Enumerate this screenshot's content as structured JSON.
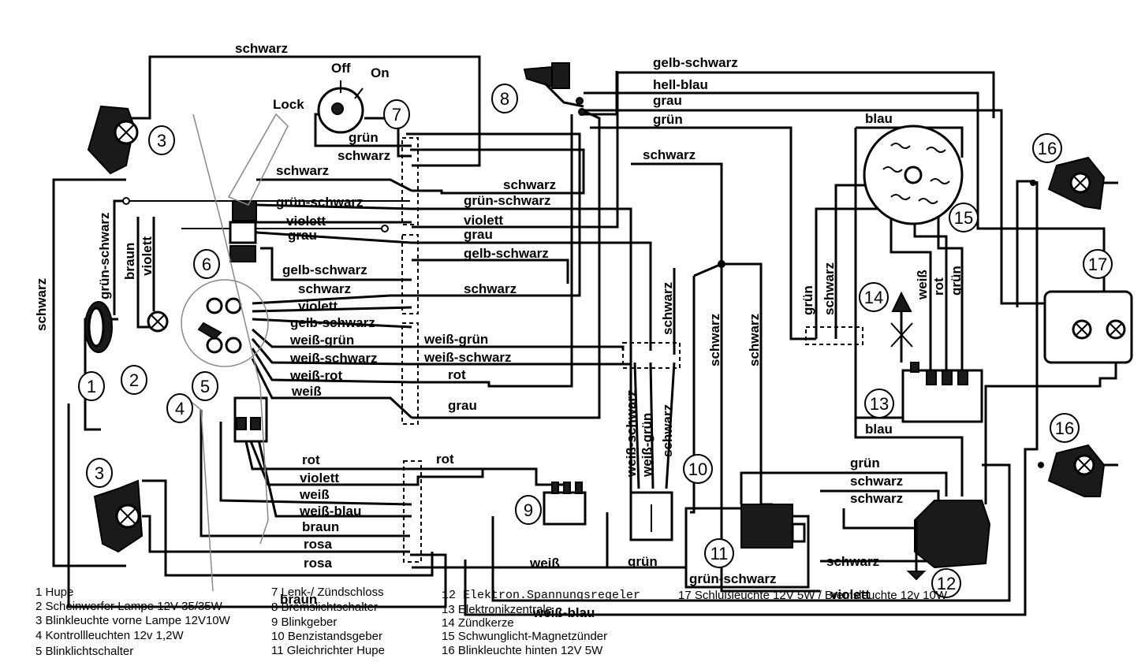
{
  "switch_labels": {
    "off": "Off",
    "on": "On",
    "lock": "Lock"
  },
  "wire_labels": {
    "top_schwarz": "schwarz",
    "left_schwarz": "schwarz",
    "gruen_schwarz_left": "grün-schwarz",
    "braun_left": "braun",
    "violett_left": "violett",
    "gruen_7": "grün",
    "schwarz_7": "schwarz",
    "schwarz_a": "schwarz",
    "gruen_schwarz_a": "grün-schwarz",
    "violett_a": "violett",
    "grau_a": "grau",
    "gelb_schwarz_a": "gelb-schwarz",
    "schwarz_b": "schwarz",
    "violett_b": "violett",
    "gelb_schwarz_b": "gelb-schwarz",
    "weiss_gruen_a": "weiß-grün",
    "weiss_schwarz_a": "weiß-schwarz",
    "weiss_rot": "weiß-rot",
    "weiss_a": "weiß",
    "schwarz_r1": "schwarz",
    "gruen_schwarz_r1": "grün-schwarz",
    "violett_r1": "violett",
    "grau_r1": "grau",
    "gelb_schwarz_r1": "gelb-schwarz",
    "schwarz_r2": "schwarz",
    "weiss_gruen_r": "weiß-grün",
    "weiss_schwarz_r": "weiß-schwarz",
    "rot_r": "rot",
    "grau_r2": "grau",
    "rot_l2": "rot",
    "violett_l2": "violett",
    "weiss_l2": "weiß",
    "weiss_blau_l2": "weiß-blau",
    "braun_l2": "braun",
    "rosa_1": "rosa",
    "rosa_2": "rosa",
    "rot_r2": "rot",
    "gelb_schwarz_top": "gelb-schwarz",
    "hell_blau": "hell-blau",
    "grau_top": "grau",
    "gruen_top": "grün",
    "schwarz_mid": "schwarz",
    "blau_top": "blau",
    "v_schwarz_a": "schwarz",
    "v_schwarz_b": "schwarz",
    "v_schwarz_c": "schwarz",
    "v_weiss_schwarz": "weiß-schwarz",
    "v_weiss_gruen": "weiß-grün",
    "v_schwarz_d": "schwarz",
    "v_gruen_13": "grün",
    "v_schwarz_13": "schwarz",
    "v_weiss_13": "weiß",
    "v_rot_13": "rot",
    "v_gruen_13b": "grün",
    "blau_13": "blau",
    "gruen_12": "grün",
    "schwarz_12a": "schwarz",
    "schwarz_12b": "schwarz",
    "schwarz_12c": "schwarz",
    "weiss_bottom": "weiß",
    "gruen_bottom": "grün",
    "gruen_schwarz_bottom": "grün-schwarz",
    "violett_bottom": "violett",
    "weiss_blau_bottom": "weiß-blau",
    "braun_bottom": "braun"
  },
  "callouts": [
    "1",
    "2",
    "3",
    "3",
    "4",
    "5",
    "6",
    "7",
    "8",
    "9",
    "10",
    "11",
    "12",
    "13",
    "14",
    "15",
    "16",
    "16",
    "17"
  ],
  "legend": {
    "col1": [
      "1  Hupe",
      "2 Scheinwerfer Lampe 12V-35/35W",
      "3 Blinkleuchte vorne Lampe 12V10W",
      "4 Kontrollleuchten 12v 1,2W",
      "5 Blinklichtschalter"
    ],
    "col2": [
      "7 Lenk-/ Zündschloss",
      "8 Bremslichtschalter",
      "9 Blinkgeber",
      "10 Benzistandsgeber",
      "11 Gleichrichter Hupe"
    ],
    "col3": [
      "12 Elektron.Spannungsregeler",
      "13 Elektronikzentrale",
      "14 Zündkerze",
      "15 Schwunglicht-Magnetzünder",
      "16 Blinkleuchte hinten 12V 5W"
    ],
    "col4": [
      "17 Schlußleuchte 12V 5W / Bremsleuchte 12v 10W"
    ]
  }
}
